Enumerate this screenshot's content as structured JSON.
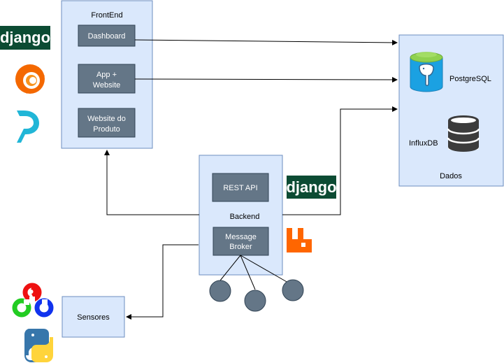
{
  "frontend": {
    "title": "FrontEnd",
    "items": [
      "Dashboard",
      [
        "App +",
        "Website"
      ],
      [
        "Website do",
        "Produto"
      ]
    ]
  },
  "backend": {
    "title": "Backend",
    "rest_api": "REST API",
    "broker": [
      "Message",
      "Broker"
    ]
  },
  "dados": {
    "title": "Dados",
    "postgres": "PostgreSQL",
    "influx": "InfluxDB"
  },
  "sensores": "Sensores",
  "logos": {
    "django_left": "django",
    "django_backend": "django"
  },
  "colors": {
    "panel_fill": "#dae8fc",
    "panel_stroke": "#6c8ebf",
    "node_fill": "#647687",
    "node_stroke": "#314354",
    "node_text": "#ffffff",
    "django_bg": "#0c4b33",
    "grafana_orange": "#f46800",
    "rabbitmq_orange": "#ff6600",
    "python_blue": "#3776ab",
    "python_yellow": "#ffd43b",
    "postgres_blue": "#336791",
    "cylinder_green": "#8fd14f",
    "pipedream_teal": "#21b6d7"
  }
}
